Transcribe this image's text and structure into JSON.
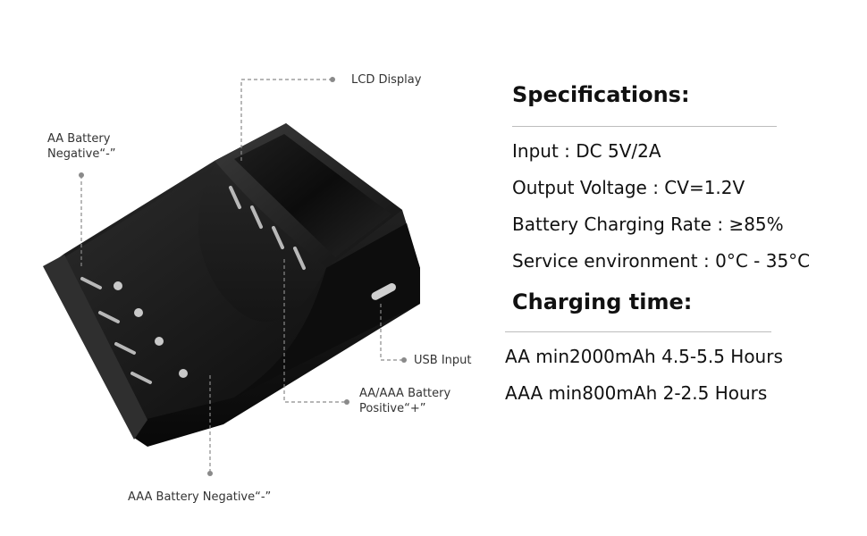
{
  "callouts": {
    "lcd": "LCD Display",
    "aa_negative_line1": "AA Battery",
    "aa_negative_line2": "Negative“-”",
    "usb": "USB Input",
    "positive_line1": "AA/AAA Battery",
    "positive_line2": "Positive“+”",
    "aaa_negative": "AAA Battery Negative“-”"
  },
  "specifications": {
    "heading": "Specifications:",
    "input": "Input : DC 5V/2A",
    "output": "Output Voltage : CV=1.2V",
    "rate": "Battery Charging Rate : ≥85%",
    "environment": "Service environment : 0°C - 35°C"
  },
  "charging_time": {
    "heading": "Charging time:",
    "aa": "AA min2000mAh 4.5-5.5 Hours",
    "aaa": "AAA min800mAh 2-2.5 Hours"
  },
  "colors": {
    "body": "#141414",
    "leader": "#8a8a8a",
    "rule": "#bdbdbd"
  }
}
